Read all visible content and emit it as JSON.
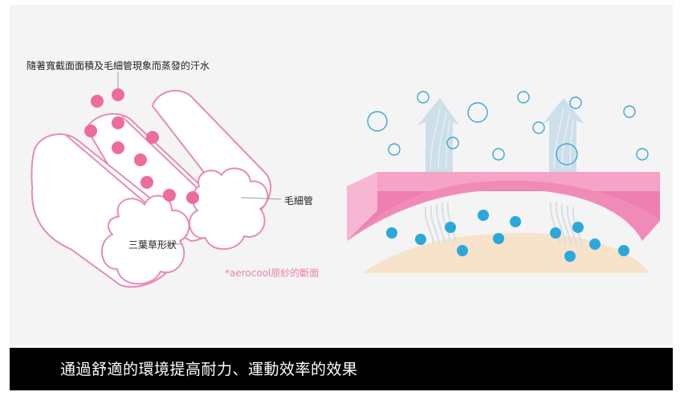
{
  "labels": {
    "top_note": "隨著寬截面面積及毛細管現象而蒸發的汗水",
    "capillary": "毛細管",
    "trefoil": "三葉草形狀",
    "fiber_caption": "*aerocool原紗的斷面"
  },
  "caption": "通過舒適的環境提高耐力、運動效率的效果",
  "colors": {
    "fiber_outline": "#e88bb4",
    "sweat_dot": "#ec6c9e",
    "fabric_pink": "#ef7fb0",
    "fabric_light": "#f7b7d2",
    "skin": "#f6e3c9",
    "moisture_blue": "#2aa8dd",
    "bubble_blue": "#3aa8d8",
    "vapor_arrow": "#c9dde8"
  }
}
